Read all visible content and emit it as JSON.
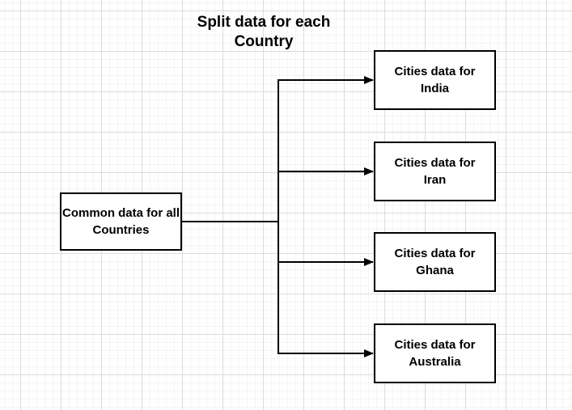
{
  "diagram": {
    "title": "Split data for each\nCountry",
    "nodes": [
      {
        "id": "common",
        "label": "Common data for all\nCountries"
      },
      {
        "id": "india",
        "label": "Cities data for\nIndia"
      },
      {
        "id": "iran",
        "label": "Cities data for\nIran"
      },
      {
        "id": "ghana",
        "label": "Cities data for\nGhana"
      },
      {
        "id": "australia",
        "label": "Cities data for\nAustralia"
      }
    ],
    "edges": [
      {
        "from": "common",
        "to": "india"
      },
      {
        "from": "common",
        "to": "iran"
      },
      {
        "from": "common",
        "to": "ghana"
      },
      {
        "from": "common",
        "to": "australia"
      }
    ],
    "colors": {
      "background": "#ffffff",
      "grid_minor": "#f4f4f4",
      "grid_major": "#dcdcdc",
      "node_fill": "#ffffff",
      "node_border": "#000000",
      "connector": "#000000",
      "text": "#000000"
    }
  }
}
